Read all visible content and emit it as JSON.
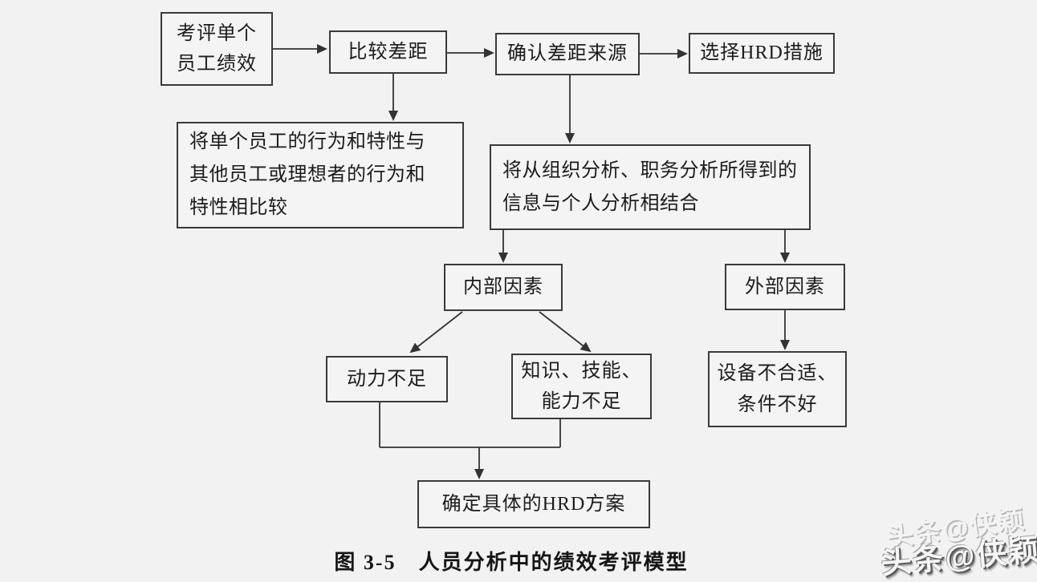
{
  "diagram": {
    "caption": "图 3-5　人员分析中的绩效考评模型",
    "boxes": {
      "evaluate": "考评单个\n员工绩效",
      "compare": "比较差距",
      "confirm": "确认差距来源",
      "select_hrd": "选择HRD措施",
      "compare_detail": "将单个员工的行为和特性与\n其他员工或理想者的行为和\n特性相比较",
      "combine_detail": "将从组织分析、职务分析所得到的\n信息与个人分析相结合",
      "internal": "内部因素",
      "external": "外部因素",
      "motivation": "动力不足",
      "knowledge": "知识、技能、\n能力不足",
      "equipment": "设备不合适、\n条件不好",
      "hrd_plan": "确定具体的HRD方案"
    }
  },
  "watermark": {
    "text": "头条@侠颖"
  },
  "colors": {
    "background": "#f2f2f2",
    "line": "#333333",
    "text": "#1c1c1c"
  }
}
